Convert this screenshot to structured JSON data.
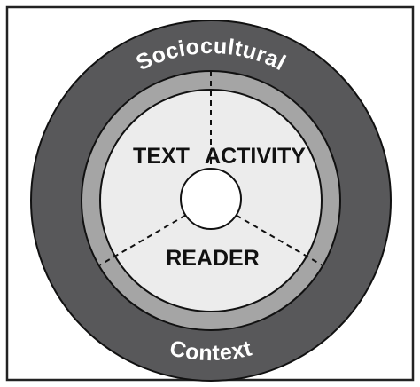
{
  "diagram": {
    "outer_ring_top_label": "Sociocultural",
    "outer_ring_bottom_label": "Context",
    "section_labels": {
      "left": "TEXT",
      "right": "ACTIVITY",
      "bottom": "READER"
    }
  },
  "colors": {
    "frame": "#222222",
    "outer_ring": "#58585a",
    "middle_ring": "#a5a5a5",
    "inner_disc": "#ececec",
    "center_circle": "#ffffff",
    "outline": "#111111",
    "ring_text": "#ffffff",
    "section_text": "#111111"
  }
}
